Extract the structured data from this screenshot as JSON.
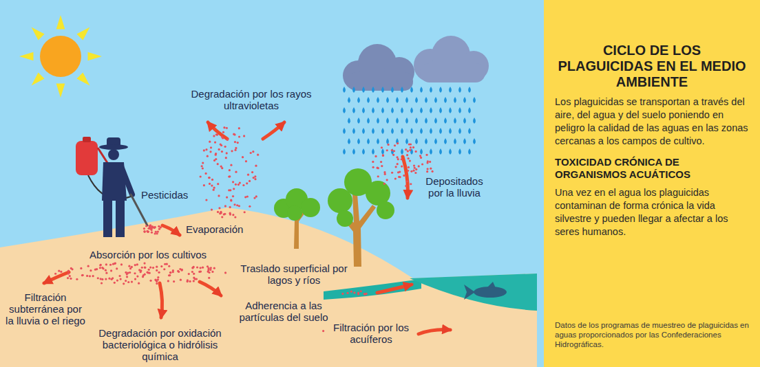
{
  "diagram": {
    "nodes": [
      {
        "text": [
          "CICLO DE LOS PLAGUICIDAS EN EL MEDIO AMBIENTE",
          "Los plaguicidas se transportan a través del aire, del agua y del suelo poniendo en peligro la calidad de las aguas en las zonas cercanas a los campos de cultivo.",
          "TOXICIDAD CRÓNICA DE ORGANISMOS ACUÁTICOS",
          "Una vez en el agua los plaguicidas contaminan de forma crónica la vida silvestre y pueden llegar a afectar a los seres humanos.",
          "Datos de los programas de muestreo de plaguicidas en aguas proporcionados por las Confederaciones Hidrográficas."
        ]
      }
    ],
    "labels": [
      "Degradación por los rayos ultravioletas",
      "Depositados por la lluvia",
      "Pesticidas",
      "Evaporación",
      "Absorción por los cultivos",
      "Traslado superficial por lagos y ríos",
      "Filtración subterránea por la lluvia o el riego",
      "Adherencia a las partículas del suelo",
      "Degradación por oxidación bacteriológica o hidrólisis química",
      "Filtración por los acuíferos"
    ]
  }
}
